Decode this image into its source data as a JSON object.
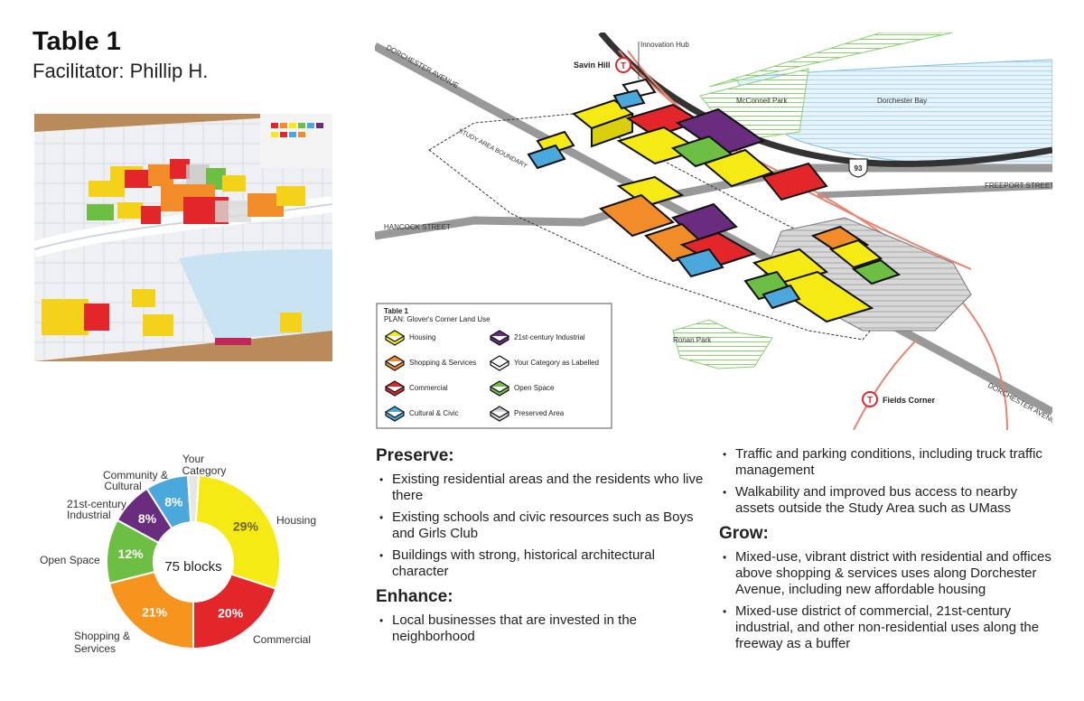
{
  "header": {
    "title": "Table 1",
    "facilitator": "Facilitator: Phillip H."
  },
  "map": {
    "labels": {
      "dorchester_avenue_top": "DORCHESTER AVENUE",
      "dorchester_avenue_bottom": "DORCHESTER AVENUE",
      "study_area_boundary": "STUDY AREA BOUNDARY",
      "hancock_street": "HANCOCK STREET",
      "freeport_street": "FREEPORT STREET",
      "innovation_hub": "Innovation Hub",
      "savin_hill": "Savin Hill",
      "mcconnell_park": "McConnell Park",
      "dorchester_bay": "Dorchester Bay",
      "ronan_park": "Ronan Park",
      "fields_corner": "Fields Corner",
      "highway_shield": "93",
      "t_symbol": "T"
    },
    "legend": {
      "title": "Table 1",
      "subtitle": "PLAN: Glover's Corner Land Use",
      "items": [
        {
          "label": "Housing",
          "color": "#F5EA14"
        },
        {
          "label": "21st-century Industrial",
          "color": "#6A2C7E"
        },
        {
          "label": "Shopping & Services",
          "color": "#F28C28"
        },
        {
          "label": "Your Category as Labelled",
          "color": "#FFFFFF"
        },
        {
          "label": "Commercial",
          "color": "#E3262A"
        },
        {
          "label": "Open Space",
          "color": "#6CBF43"
        },
        {
          "label": "Cultural & Civic",
          "color": "#4BA8DC"
        },
        {
          "label": "Preserved Area",
          "color": "#C8C8C8"
        }
      ]
    }
  },
  "chart_data": {
    "type": "pie",
    "center_label": "75 blocks",
    "slices": [
      {
        "label": "Housing",
        "value": 29,
        "value_label": "29%",
        "color": "#F5EA14",
        "text_color": "#6b6400"
      },
      {
        "label": "Commercial",
        "value": 20,
        "value_label": "20%",
        "color": "#E3262A",
        "text_color": "#ffffff"
      },
      {
        "label": "Shopping & Services",
        "value": 21,
        "value_label": "21%",
        "color": "#F7941E",
        "text_color": "#ffffff"
      },
      {
        "label": "Open Space",
        "value": 12,
        "value_label": "12%",
        "color": "#6CBF43",
        "text_color": "#ffffff"
      },
      {
        "label": "21st-century Industrial",
        "value": 8,
        "value_label": "8%",
        "color": "#6A2C7E",
        "text_color": "#ffffff"
      },
      {
        "label": "Community & Cultural",
        "value": 8,
        "value_label": "8%",
        "color": "#4BA8DC",
        "text_color": "#ffffff"
      },
      {
        "label": "Your Category",
        "value": 2,
        "value_label": "",
        "color": "#E6E6E6",
        "text_color": "#333333"
      }
    ]
  },
  "sections": {
    "preserve": {
      "heading": "Preserve:",
      "items": [
        "Existing residential areas and the residents who live there",
        "Existing schools and civic resources such as Boys and Girls Club",
        "Buildings with strong, historical architectural character"
      ]
    },
    "enhance": {
      "heading": "Enhance:",
      "items": [
        "Local businesses that are invested in the neighborhood"
      ]
    },
    "enhance_cont": {
      "items": [
        "Traffic and parking conditions, including truck traffic management",
        "Walkability and improved bus access to nearby assets outside the Study Area such as UMass"
      ]
    },
    "grow": {
      "heading": "Grow:",
      "items": [
        "Mixed-use, vibrant district with residential and offices above shopping & services uses along Dorchester Avenue, including new affordable housing",
        "Mixed-use district of commercial, 21st-century industrial, and other non-residential uses along the freeway as a buffer"
      ]
    }
  }
}
